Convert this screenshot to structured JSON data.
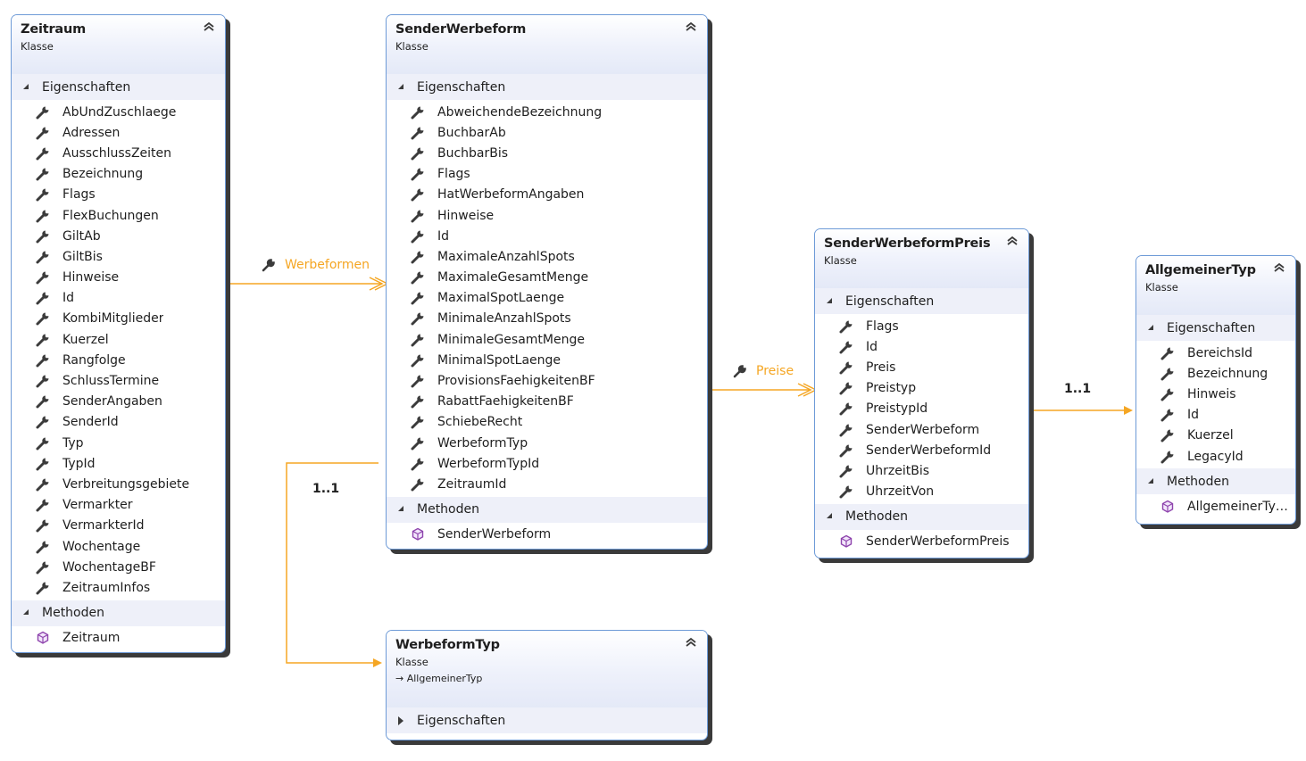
{
  "classes": {
    "zeitraum": {
      "name": "Zeitraum",
      "stereotype": "Klasse",
      "properties_header": "Eigenschaften",
      "properties": [
        "AbUndZuschlaege",
        "Adressen",
        "AusschlussZeiten",
        "Bezeichnung",
        "Flags",
        "FlexBuchungen",
        "GiltAb",
        "GiltBis",
        "Hinweise",
        "Id",
        "KombiMitglieder",
        "Kuerzel",
        "Rangfolge",
        "SchlussTermine",
        "SenderAngaben",
        "SenderId",
        "Typ",
        "TypId",
        "Verbreitungsgebiete",
        "Vermarkter",
        "VermarkterId",
        "Wochentage",
        "WochentageBF",
        "ZeitraumInfos"
      ],
      "methods_header": "Methoden",
      "methods": [
        "Zeitraum"
      ]
    },
    "senderWerbeform": {
      "name": "SenderWerbeform",
      "stereotype": "Klasse",
      "properties_header": "Eigenschaften",
      "properties": [
        "AbweichendeBezeichnung",
        "BuchbarAb",
        "BuchbarBis",
        "Flags",
        "HatWerbeformAngaben",
        "Hinweise",
        "Id",
        "MaximaleAnzahlSpots",
        "MaximaleGesamtMenge",
        "MaximalSpotLaenge",
        "MinimaleAnzahlSpots",
        "MinimaleGesamtMenge",
        "MinimalSpotLaenge",
        "ProvisionsFaehigkeitenBF",
        "RabattFaehigkeitenBF",
        "SchiebeRecht",
        "WerbeformTyp",
        "WerbeformTypId",
        "ZeitraumId"
      ],
      "methods_header": "Methoden",
      "methods": [
        "SenderWerbeform"
      ]
    },
    "senderWerbeformPreis": {
      "name": "SenderWerbeformPreis",
      "stereotype": "Klasse",
      "properties_header": "Eigenschaften",
      "properties": [
        "Flags",
        "Id",
        "Preis",
        "Preistyp",
        "PreistypId",
        "SenderWerbeform",
        "SenderWerbeformId",
        "UhrzeitBis",
        "UhrzeitVon"
      ],
      "methods_header": "Methoden",
      "methods": [
        "SenderWerbeformPreis"
      ]
    },
    "allgemeinerTyp": {
      "name": "AllgemeinerTyp",
      "stereotype": "Klasse",
      "properties_header": "Eigenschaften",
      "properties": [
        "BereichsId",
        "Bezeichnung",
        "Hinweis",
        "Id",
        "Kuerzel",
        "LegacyId"
      ],
      "methods_header": "Methoden",
      "methods": [
        "AllgemeinerTyp..."
      ]
    },
    "werbeformTyp": {
      "name": "WerbeformTyp",
      "stereotype": "Klasse",
      "inherits": "AllgemeinerTyp",
      "properties_header": "Eigenschaften"
    }
  },
  "connectors": {
    "werbeformen_label": "Werbeformen",
    "preise_label": "Preise",
    "mult_werbeformtyp": "1..1",
    "mult_allgemeinertyp": "1..1"
  },
  "colors": {
    "box_border": "#6d9ad7",
    "connector": "#f5a623",
    "method_icon": "#8e44ad"
  },
  "icons": {
    "property": "wrench-icon",
    "method": "cube-icon",
    "collapse": "double-chevron-up-icon",
    "inherit": "arrow-right-icon"
  }
}
